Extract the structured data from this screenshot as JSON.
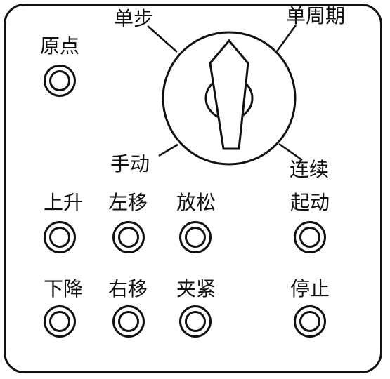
{
  "panel": {
    "selector": {
      "pos_single_step": "单步",
      "pos_single_cycle": "单周期",
      "pos_manual": "手动",
      "pos_continuous": "连续"
    },
    "origin_label": "原点",
    "buttons": [
      {
        "id": "up",
        "label": "上升"
      },
      {
        "id": "left",
        "label": "左移"
      },
      {
        "id": "release",
        "label": "放松"
      },
      {
        "id": "start",
        "label": "起动"
      },
      {
        "id": "down",
        "label": "下降"
      },
      {
        "id": "right",
        "label": "右移"
      },
      {
        "id": "clamp",
        "label": "夹紧"
      },
      {
        "id": "stop",
        "label": "停止"
      }
    ]
  }
}
